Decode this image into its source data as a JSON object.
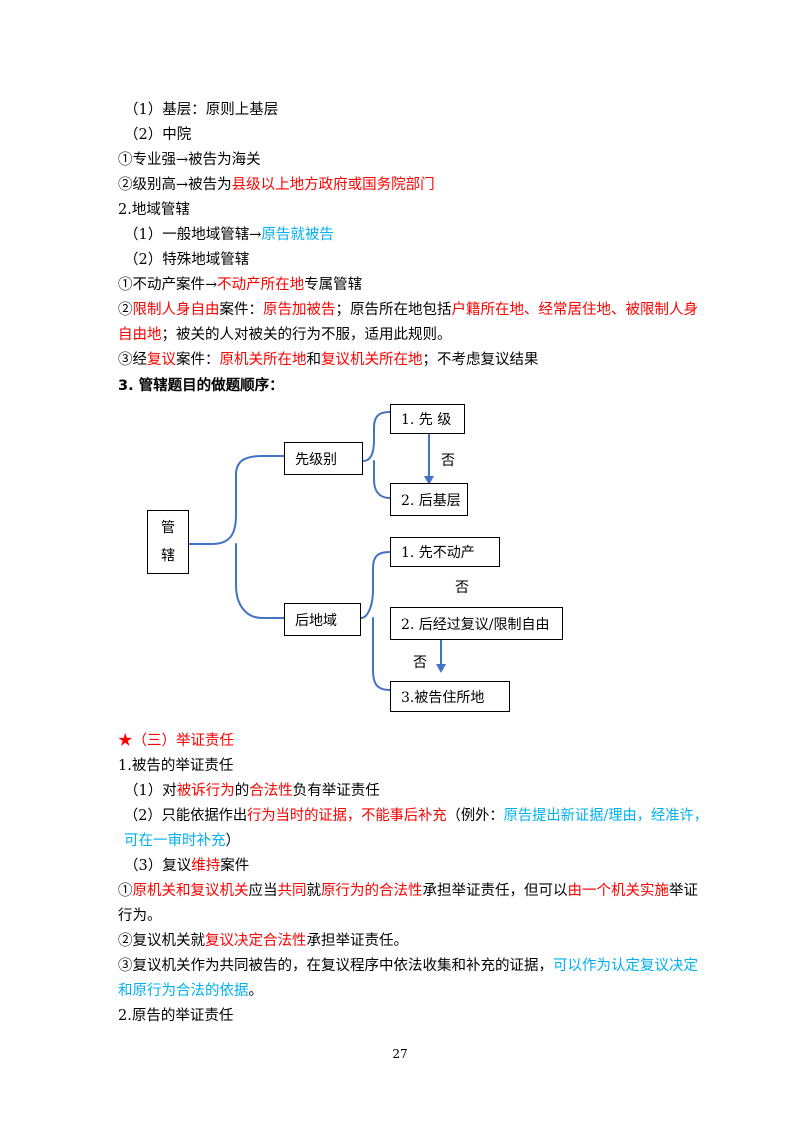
{
  "lines": {
    "l1": "（1）基层：原则上基层",
    "l2": "（2）中院",
    "l3": "①专业强→被告为海关",
    "l4a": "②级别高→被告为",
    "l4b": "县级以上地方政府或国务院部门",
    "l5": "2.地域管辖",
    "l6a": "（1）一般地域管辖→",
    "l6b": "原告就被告",
    "l7": "（2）特殊地域管辖",
    "l8a": "①不动产案件→",
    "l8b": "不动产所在地",
    "l8c": "专属管辖",
    "l9a": "②",
    "l9b": "限制人身自由",
    "l9c": "案件：",
    "l9d": "原告加被告",
    "l9e": "；原告所在地包括",
    "l9f": "户籍所在地、经常居住地、被限制人身",
    "l10a": "自由地",
    "l10b": "；被关的人对被关的行为不服，适用此规则。",
    "l11a": "③经",
    "l11b": "复议",
    "l11c": "案件：",
    "l11d": "原机关所在地",
    "l11e": "和",
    "l11f": "复议机关所在地",
    "l11g": "；不考虑复议结果",
    "l12": "3. 管辖题目的做题顺序：",
    "l13": "★（三）举证责任",
    "l14": "1.被告的举证责任",
    "l15a": "（1）对",
    "l15b": "被诉行为",
    "l15c": "的",
    "l15d": "合法性",
    "l15e": "负有举证责任",
    "l16a": "（2）只能依据作出",
    "l16b": "行为当时的证据，不能事后补充",
    "l16c": "（例外：",
    "l16d": "原告提出新证据/理由，经准许，",
    "l17a": "可在一审时补充",
    "l17b": "）",
    "l18a": "（3）复议",
    "l18b": "维持",
    "l18c": "案件",
    "l19a": "①",
    "l19b": "原机关和复议机关",
    "l19c": "应当",
    "l19d": "共同",
    "l19e": "就",
    "l19f": "原行为的合法性",
    "l19g": "承担举证责任，但可以",
    "l19h": "由一个机关实施",
    "l19i": "举证",
    "l20": "行为。",
    "l21a": "②复议机关就",
    "l21b": "复议决定合法性",
    "l21c": "承担举证责任。",
    "l22a": "③复议机关作为共同被告的，在复议程序中依法收集和补充的证据，",
    "l22b": "可以作为认定复议决定",
    "l23a": "和原行为合法的依据",
    "l23b": "。",
    "l24": "2.原告的举证责任"
  },
  "diagram": {
    "root_line1": "管",
    "root_line2": "辖",
    "branch_top": "先级别",
    "branch_bottom": "后地域",
    "top_item1": "1. 先 级",
    "top_item2": "2. 后基层",
    "top_no": "否",
    "bottom_item1": "1. 先不动产",
    "bottom_item2": "2. 后经过复议/限制自由",
    "bottom_item3": "3.被告住所地",
    "bottom_no1": "否",
    "bottom_no2": "否"
  },
  "page_number": "27",
  "colors": {
    "red": "#ff0000",
    "blue": "#00b0f0",
    "connector": "#4472c4"
  }
}
